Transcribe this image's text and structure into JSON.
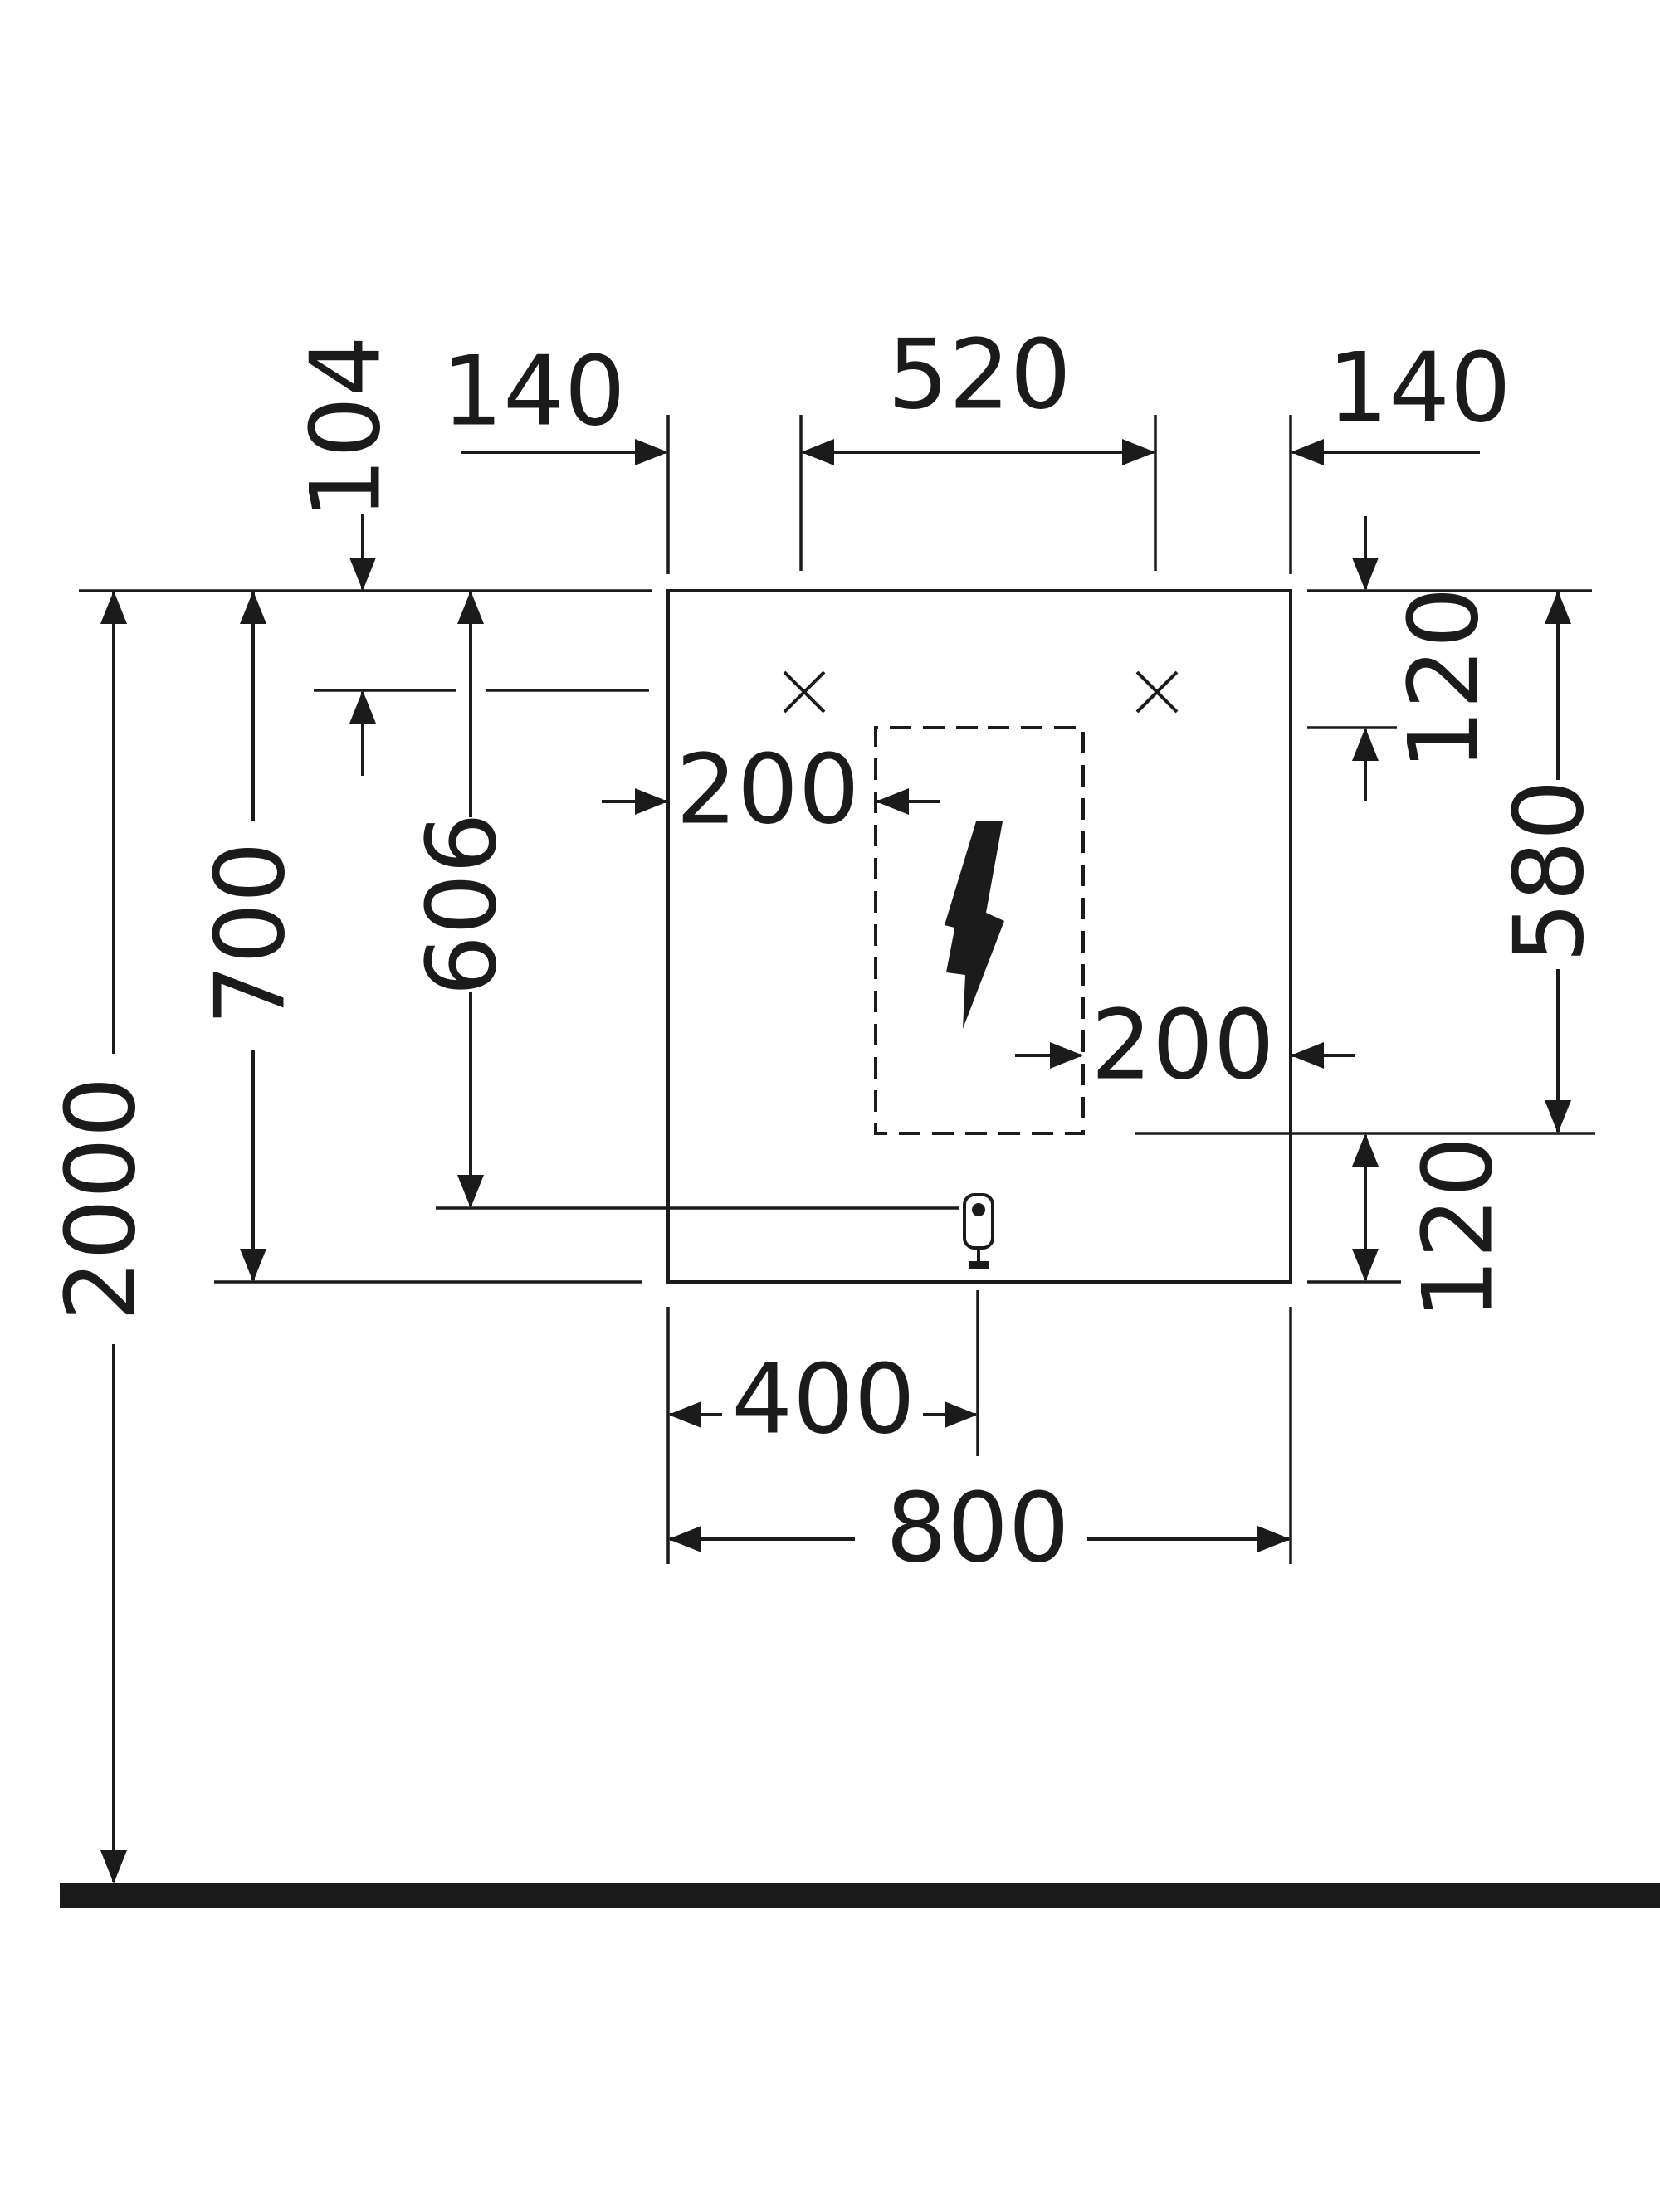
{
  "dimensions": {
    "top_left_104": "104",
    "top_left_140": "140",
    "top_520": "520",
    "top_right_140": "140",
    "right_120_top": "120",
    "right_580": "580",
    "right_120_bottom": "120",
    "left_2000": "2000",
    "left_700": "700",
    "left_606": "606",
    "inner_200_left": "200",
    "inner_200_right": "200",
    "bottom_400": "400",
    "bottom_800": "800"
  },
  "icons": {
    "mounting_marks": "cross-mark-icon",
    "socket_zone": "lightning-bolt-icon",
    "drain": "drain-connection-icon",
    "floor": "floor-line"
  }
}
